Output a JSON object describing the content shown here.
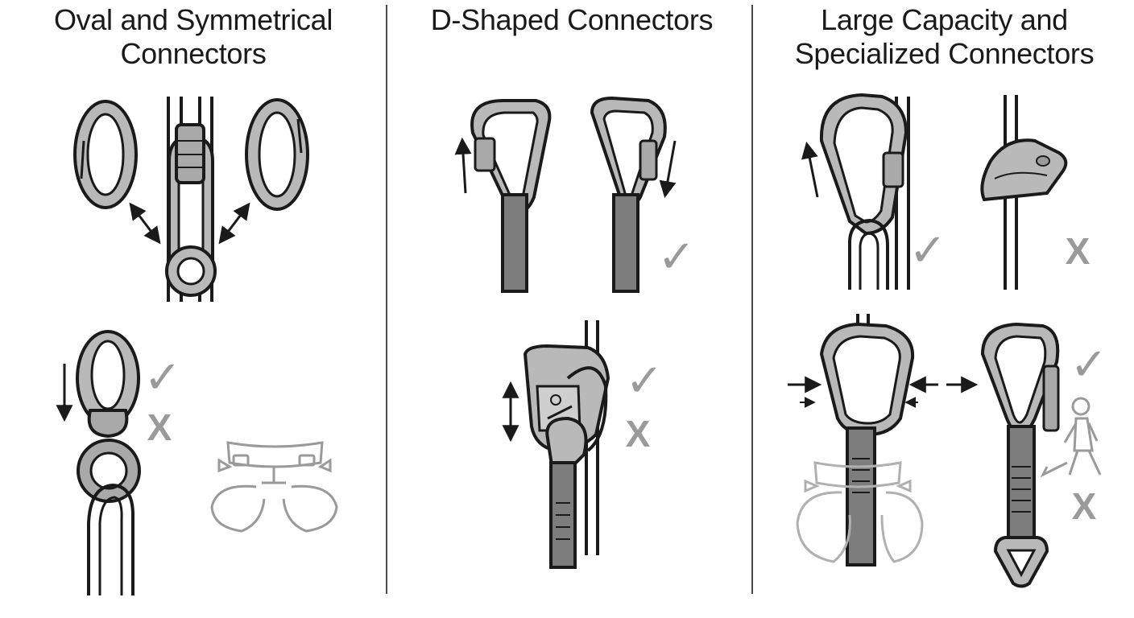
{
  "panels": [
    {
      "title_lines": [
        "Oval and Symmetrical",
        "Connectors"
      ]
    },
    {
      "title_lines": [
        "D-Shaped Connectors"
      ]
    },
    {
      "title_lines": [
        "Large Capacity and",
        "Specialized Connectors"
      ]
    }
  ],
  "marks": {
    "check": "✓",
    "cross": "X"
  },
  "colors": {
    "outline": "#1a1a1a",
    "metal": "#b9b9b9",
    "webbing": "#7d7d7d",
    "mark": "#9a9a9a",
    "faint": "#b0b0b0"
  },
  "icons": [
    "oval-carabiner-icon",
    "pulley-icon",
    "figure-eight-icon",
    "harness-icon",
    "d-carabiner-icon",
    "belay-device-icon",
    "rope-clamp-icon",
    "captive-eye-carabiner-icon",
    "walking-person-icon",
    "check-icon",
    "cross-icon",
    "arrow-icon"
  ]
}
